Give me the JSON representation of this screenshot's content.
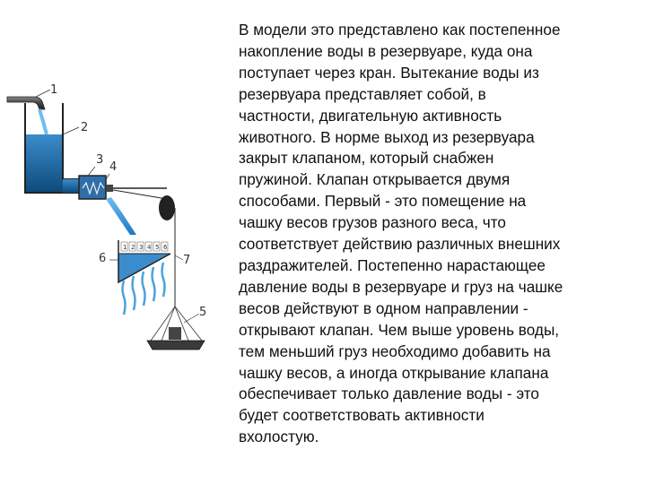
{
  "diagram": {
    "labels": [
      "1",
      "2",
      "3",
      "4",
      "5",
      "6",
      "7"
    ],
    "scale_numbers": [
      "1",
      "2",
      "3",
      "4",
      "5",
      "6"
    ],
    "colors": {
      "water_dark": "#0d4a7a",
      "water_light": "#5aaee6",
      "metal": "#4a4a4a",
      "outline": "#222222"
    }
  },
  "text_lines": [
    "В модели это представлено как постепенное",
    "накопление воды в резервуаре, куда она",
    "поступает через кран. Вытекание воды из",
    "резервуара представляет собой, в",
    "частности, двигательную активность",
    "животного. В норме выход из резервуара",
    "закрыт клапаном, который снабжен",
    "пружиной. Клапан открывается двумя",
    "способами. Первый - это помещение на",
    "чашку весов грузов разного веса, что",
    "соответствует действию различных внешних",
    "раздражителей. Постепенно нарастающее",
    "давление воды в резервуаре и груз на чашке",
    "весов действуют в одном направлении -",
    "открывают клапан. Чем выше уровень воды,",
    "тем меньший груз необходимо добавить на",
    "чашку весов, а иногда открывание клапана",
    "обеспечивает только давление воды - это",
    "будет соответствовать активности",
    "вхолостую."
  ]
}
